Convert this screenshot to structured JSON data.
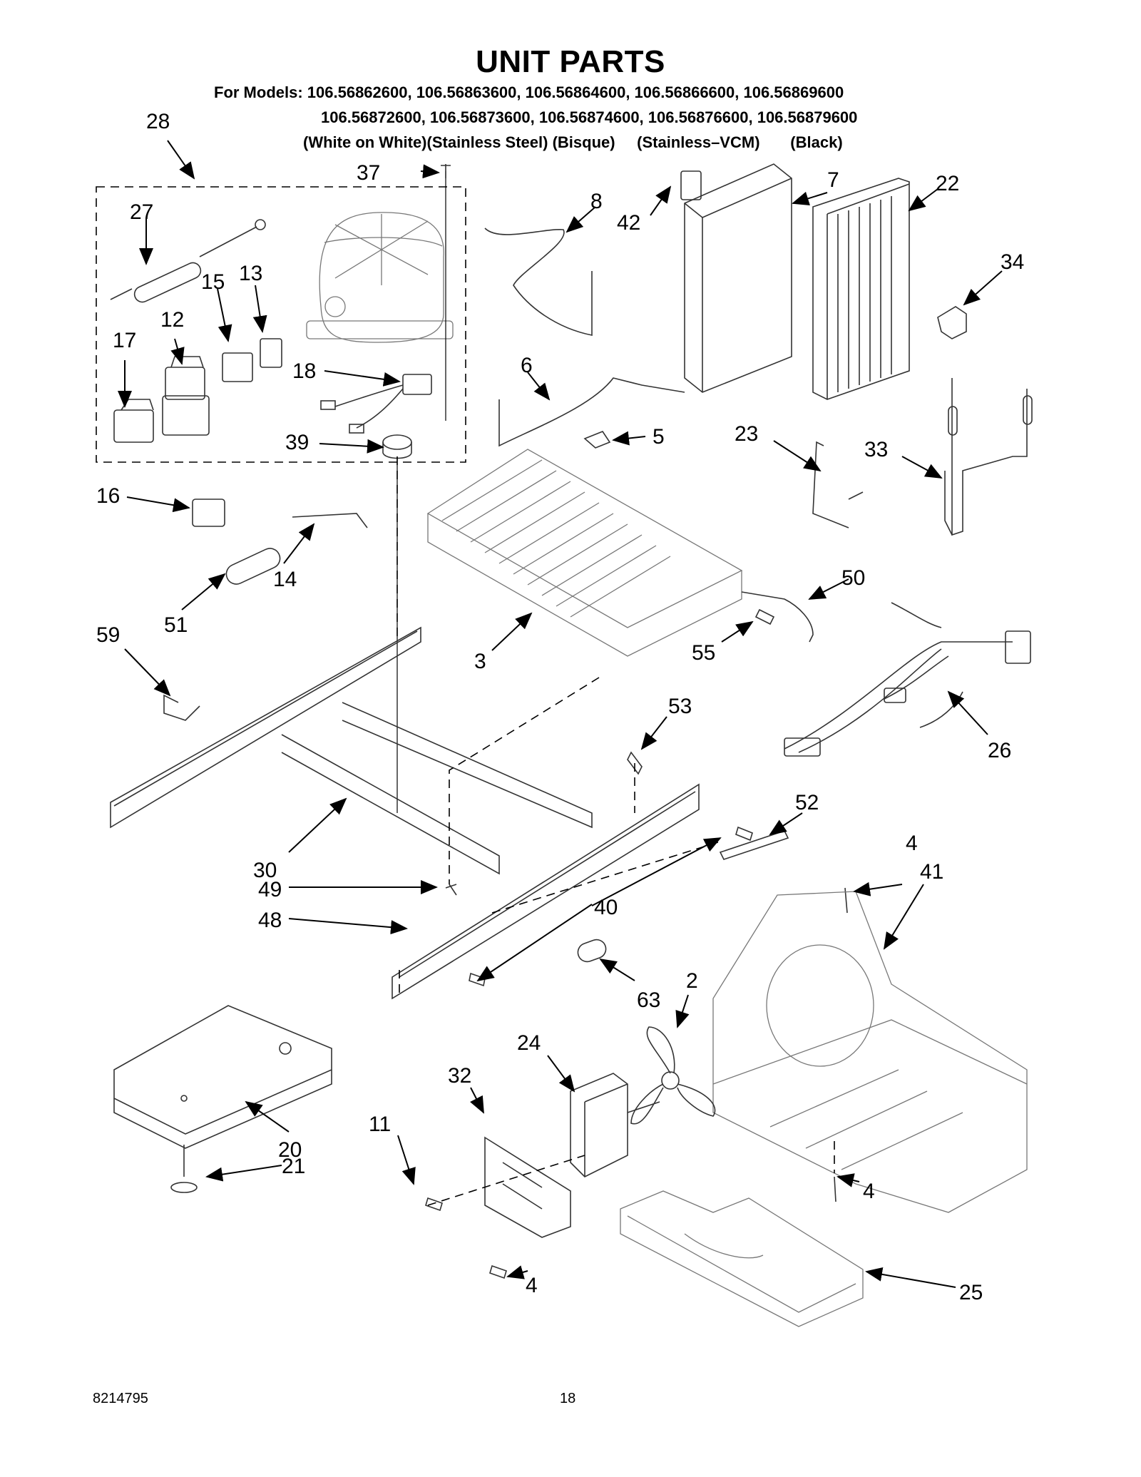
{
  "title": "UNIT PARTS",
  "models": {
    "line1": "For Models: 106.56862600, 106.56863600, 106.56864600, 106.56866600, 106.56869600",
    "line2": "106.56872600, 106.56873600, 106.56874600, 106.56876600, 106.56879600",
    "line3": "(White on White)(Stainless Steel) (Bisque)     (Stainless–VCM)       (Black)"
  },
  "callouts": [
    {
      "id": "28",
      "label": "28"
    },
    {
      "id": "37",
      "label": "37"
    },
    {
      "id": "27",
      "label": "27"
    },
    {
      "id": "15",
      "label": "15"
    },
    {
      "id": "13",
      "label": "13"
    },
    {
      "id": "12",
      "label": "12"
    },
    {
      "id": "17",
      "label": "17"
    },
    {
      "id": "18",
      "label": "18"
    },
    {
      "id": "39",
      "label": "39"
    },
    {
      "id": "8",
      "label": "8"
    },
    {
      "id": "42",
      "label": "42"
    },
    {
      "id": "7",
      "label": "7"
    },
    {
      "id": "22",
      "label": "22"
    },
    {
      "id": "34",
      "label": "34"
    },
    {
      "id": "6",
      "label": "6"
    },
    {
      "id": "5",
      "label": "5"
    },
    {
      "id": "23",
      "label": "23"
    },
    {
      "id": "33",
      "label": "33"
    },
    {
      "id": "16",
      "label": "16"
    },
    {
      "id": "14",
      "label": "14"
    },
    {
      "id": "51",
      "label": "51"
    },
    {
      "id": "50",
      "label": "50"
    },
    {
      "id": "55",
      "label": "55"
    },
    {
      "id": "3",
      "label": "3"
    },
    {
      "id": "59",
      "label": "59"
    },
    {
      "id": "26",
      "label": "26"
    },
    {
      "id": "53",
      "label": "53"
    },
    {
      "id": "30",
      "label": "30"
    },
    {
      "id": "52",
      "label": "52"
    },
    {
      "id": "4a",
      "label": "4"
    },
    {
      "id": "41",
      "label": "41"
    },
    {
      "id": "49",
      "label": "49"
    },
    {
      "id": "40",
      "label": "40"
    },
    {
      "id": "48",
      "label": "48"
    },
    {
      "id": "63",
      "label": "63"
    },
    {
      "id": "2",
      "label": "2"
    },
    {
      "id": "24",
      "label": "24"
    },
    {
      "id": "32",
      "label": "32"
    },
    {
      "id": "20",
      "label": "20"
    },
    {
      "id": "21",
      "label": "21"
    },
    {
      "id": "11",
      "label": "11"
    },
    {
      "id": "4b",
      "label": "4"
    },
    {
      "id": "4c",
      "label": "4"
    },
    {
      "id": "25",
      "label": "25"
    }
  ],
  "footer": {
    "doc_number": "8214795",
    "page_number": "18"
  }
}
